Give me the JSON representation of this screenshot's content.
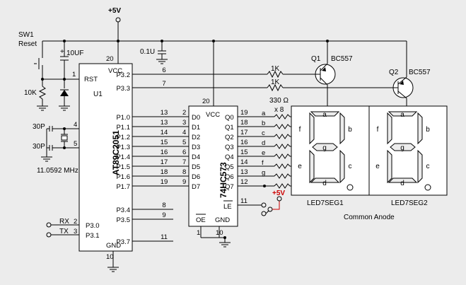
{
  "supply": {
    "vcc_label": "+5V",
    "extra_label": "+5V"
  },
  "reset": {
    "switch": "SW1",
    "switch_sub": "Reset",
    "cap": "10UF",
    "res": "10K"
  },
  "crystal": {
    "c1": "30P",
    "c2": "30P",
    "freq": "11.0592 MHz"
  },
  "decoupling": {
    "cap": "0.1U"
  },
  "mcu": {
    "name": "AT89C2051",
    "ref": "U1",
    "vcc": "VCC",
    "rst": "RST",
    "gnd": "GND",
    "pin_vcc": "20",
    "pin_rst": "1",
    "pin_gnd": "10",
    "pin_x1": "4",
    "pin_x2": "5",
    "right_pins": [
      {
        "label": "P3.2",
        "num": "6"
      },
      {
        "label": "P3.3",
        "num": "7"
      },
      {
        "label": "P1.0",
        "num": "13"
      },
      {
        "label": "P1.1",
        "num": "13"
      },
      {
        "label": "P1.2",
        "num": "14"
      },
      {
        "label": "P1.3",
        "num": "15"
      },
      {
        "label": "P1.4",
        "num": "16"
      },
      {
        "label": "P1.5",
        "num": "17"
      },
      {
        "label": "P1.6",
        "num": "18"
      },
      {
        "label": "P1.7",
        "num": "19"
      },
      {
        "label": "P3.4",
        "num": "8"
      },
      {
        "label": "P3.5",
        "num": "9"
      },
      {
        "label": "P3.7",
        "num": "11"
      }
    ],
    "left_pins": [
      {
        "label": "P3.0",
        "num": "2",
        "net": "RX"
      },
      {
        "label": "P3.1",
        "num": "3",
        "net": "TX"
      }
    ]
  },
  "latch": {
    "name": "74HC573",
    "vcc": "VCC",
    "gnd": "GND",
    "le": "LE",
    "oe": "OE",
    "pin_vcc": "20",
    "pin_gnd": "10",
    "pin_le": "11",
    "pin_oe": "1",
    "d_pins": [
      {
        "label": "D0",
        "num": "2"
      },
      {
        "label": "D1",
        "num": "3"
      },
      {
        "label": "D2",
        "num": "4"
      },
      {
        "label": "D3",
        "num": "5"
      },
      {
        "label": "D4",
        "num": "6"
      },
      {
        "label": "D5",
        "num": "7"
      },
      {
        "label": "D6",
        "num": "8"
      },
      {
        "label": "D7",
        "num": "9"
      }
    ],
    "q_pins": [
      {
        "label": "Q0",
        "num": "19",
        "seg": "a"
      },
      {
        "label": "Q1",
        "num": "18",
        "seg": "b"
      },
      {
        "label": "Q2",
        "num": "17",
        "seg": "c"
      },
      {
        "label": "Q3",
        "num": "16",
        "seg": "d"
      },
      {
        "label": "Q4",
        "num": "15",
        "seg": "e"
      },
      {
        "label": "Q5",
        "num": "14",
        "seg": "f"
      },
      {
        "label": "Q6",
        "num": "13",
        "seg": "g"
      },
      {
        "label": "Q7",
        "num": "12",
        "seg": ""
      }
    ]
  },
  "resistors": {
    "base1": "1K",
    "base2": "1K",
    "seg": "330 Ω",
    "seg_mult": "x 8"
  },
  "transistors": [
    {
      "ref": "Q1",
      "part": "BC557"
    },
    {
      "ref": "Q2",
      "part": "BC557"
    }
  ],
  "displays": {
    "seg_names": [
      "a",
      "b",
      "c",
      "d",
      "e",
      "f",
      "g"
    ],
    "labels": [
      "LED7SEG1",
      "LED7SEG2"
    ],
    "caption": "Common Anode"
  }
}
